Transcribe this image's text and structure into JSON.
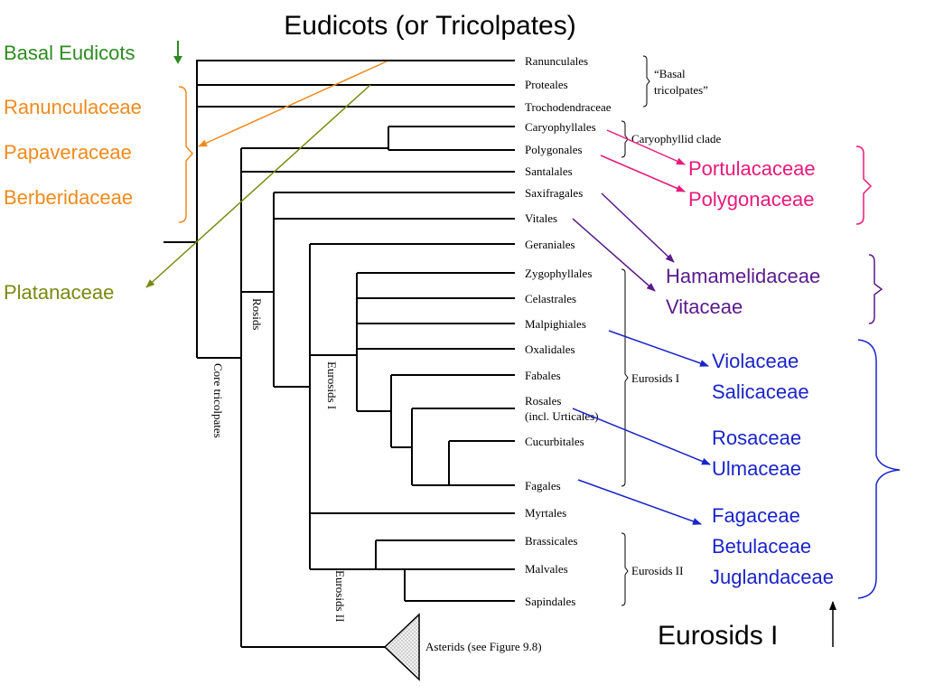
{
  "title": "Eudicots (or Tricolpates)",
  "colors": {
    "basal_eudicots": "#2e8b22",
    "basal_families": "#f08a1c",
    "platanaceae": "#7a8a10",
    "caryophyllid": "#e8197a",
    "rosid_basal": "#5a1a8c",
    "eurosids": "#1a24c8",
    "tree": "#000000"
  },
  "left_labels": {
    "basal_eudicots": "Basal Eudicots",
    "ranunculaceae": "Ranunculaceae",
    "papaveraceae": "Papaveraceae",
    "berberidaceae": "Berberidaceae",
    "platanaceae": "Platanaceae"
  },
  "taxa": {
    "ranunculales": "Ranunculales",
    "proteales": "Proteales",
    "trochodendraceae": "Trochodendraceae",
    "caryophyllales": "Caryophyllales",
    "polygonales": "Polygonales",
    "santalales": "Santalales",
    "saxifragales": "Saxifragales",
    "vitales": "Vitales",
    "geraniales": "Geraniales",
    "zygophyllales": "Zygophyllales",
    "celastrales": "Celastrales",
    "malpighiales": "Malpighiales",
    "oxalidales": "Oxalidales",
    "fabales": "Fabales",
    "rosales": "Rosales",
    "rosales_note": "(incl. Urticales)",
    "cucurbitales": "Cucurbitales",
    "fagales": "Fagales",
    "myrtales": "Myrtales",
    "brassicales": "Brassicales",
    "malvales": "Malvales",
    "sapindales": "Sapindales",
    "asterids": "Asterids (see Figure 9.8)"
  },
  "group_labels": {
    "basal_tricolpates_1": "“Basal",
    "basal_tricolpates_2": "tricolpates”",
    "caryophyllid_clade": "Caryophyllid clade",
    "eurosids_1": "Eurosids I",
    "eurosids_2": "Eurosids II",
    "rosids_vertical": "Rosids",
    "core_tricolpates_vertical": "Core tricolpates",
    "eurosids_1_vertical": "Eurosids I",
    "eurosids_2_vertical": "Eurosids II"
  },
  "right_labels": {
    "portulacaceae": "Portulacaceae",
    "polygonaceae": "Polygonaceae",
    "hamamelidaceae": "Hamamelidaceae",
    "vitaceae": "Vitaceae",
    "violaceae": "Violaceae",
    "salicaceae": "Salicaceae",
    "rosaceae": "Rosaceae",
    "ulmaceae": "Ulmaceae",
    "fagaceae": "Fagaceae",
    "betulaceae": "Betulaceae",
    "juglandaceae": "Juglandaceae",
    "eurosids_big": "Eurosids I"
  }
}
